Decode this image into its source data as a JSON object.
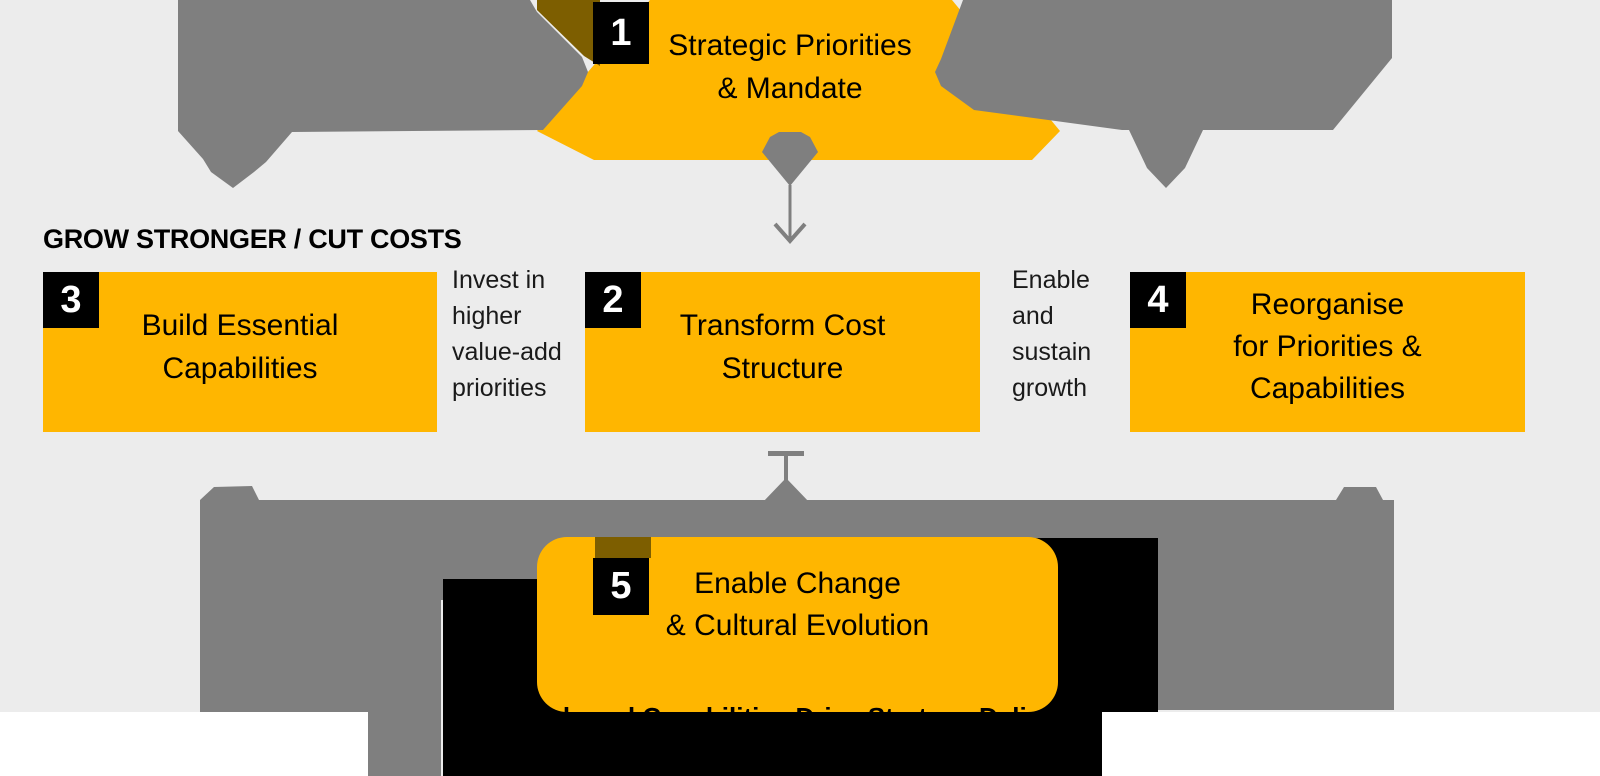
{
  "heading": "GROW STRONGER / CUT COSTS",
  "steps": [
    {
      "number": "1",
      "lines": [
        "Strategic Priorities",
        "& Mandate"
      ]
    },
    {
      "number": "2",
      "lines": [
        "Transform Cost",
        "Structure"
      ]
    },
    {
      "number": "3",
      "lines": [
        "Build Essential",
        "Capabilities"
      ]
    },
    {
      "number": "4",
      "lines": [
        "Reorganise",
        "for Priorities &",
        "Capabilities"
      ]
    },
    {
      "number": "5",
      "lines": [
        "Enable Change",
        "& Cultural Evolution"
      ]
    }
  ],
  "annotations": {
    "invest_note": {
      "lines": [
        "Invest in",
        "higher",
        "value-add",
        "priorities"
      ]
    },
    "growth_note": {
      "lines": [
        "Enable",
        "and",
        "sustain",
        "growth"
      ]
    },
    "caption": "Anchored Capabilities Drive Strategy Delivery"
  },
  "colors": {
    "yellow": "#ffb600",
    "gray": "#7f7f7f",
    "background": "#ececec",
    "olive_overlap": "#7d5e00",
    "black": "#000000",
    "white": "#ffffff",
    "text": "#000000"
  }
}
